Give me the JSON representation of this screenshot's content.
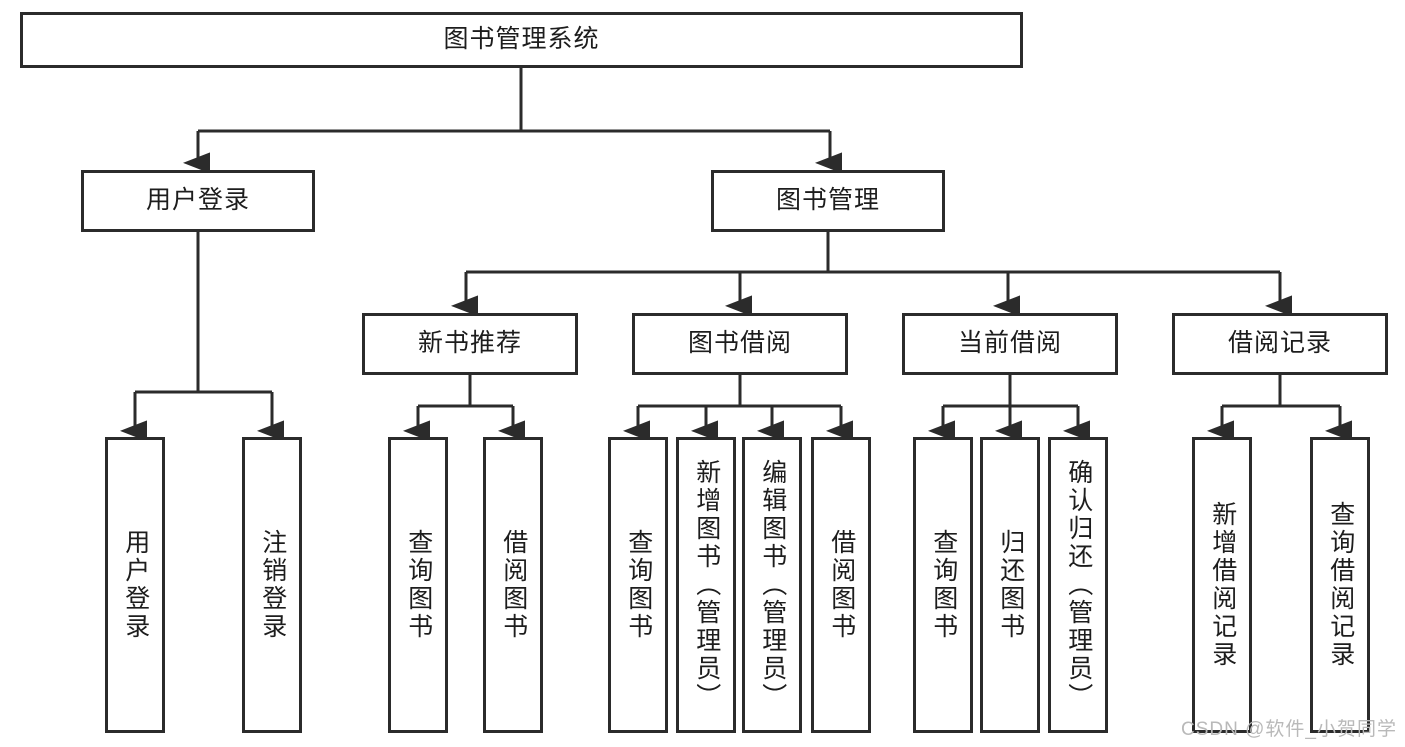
{
  "diagram": {
    "title": "图书管理系统",
    "watermark": "CSDN @软件_小贺同学",
    "accent_color": "#2b2b2b",
    "background_color": "#ffffff",
    "nodes": {
      "root": {
        "label": "图书管理系统"
      },
      "level2": [
        {
          "id": "user-login",
          "label": "用户登录"
        },
        {
          "id": "book-management",
          "label": "图书管理"
        }
      ],
      "level3": [
        {
          "id": "new-book-recommend",
          "label": "新书推荐"
        },
        {
          "id": "book-borrow",
          "label": "图书借阅"
        },
        {
          "id": "current-borrow",
          "label": "当前借阅"
        },
        {
          "id": "borrow-record",
          "label": "借阅记录"
        }
      ],
      "leaves": [
        {
          "id": "leaf-user-login",
          "label": "用户登录",
          "parent": "用户登录"
        },
        {
          "id": "leaf-logout-login",
          "label": "注销登录",
          "parent": "用户登录"
        },
        {
          "id": "leaf-query-book-1",
          "label": "查询图书",
          "parent": "新书推荐"
        },
        {
          "id": "leaf-borrow-book-1",
          "label": "借阅图书",
          "parent": "新书推荐"
        },
        {
          "id": "leaf-query-book-2",
          "label": "查询图书",
          "parent": "图书借阅"
        },
        {
          "id": "leaf-add-book",
          "label": "新增图书（管理员）",
          "parent": "图书借阅"
        },
        {
          "id": "leaf-edit-book",
          "label": "编辑图书（管理员）",
          "parent": "图书借阅"
        },
        {
          "id": "leaf-borrow-book-2",
          "label": "借阅图书",
          "parent": "图书借阅"
        },
        {
          "id": "leaf-query-book-3",
          "label": "查询图书",
          "parent": "当前借阅"
        },
        {
          "id": "leaf-return-book",
          "label": "归还图书",
          "parent": "当前借阅"
        },
        {
          "id": "leaf-confirm-return",
          "label": "确认归还（管理员）",
          "parent": "当前借阅"
        },
        {
          "id": "leaf-add-record",
          "label": "新增借阅记录",
          "parent": "借阅记录"
        },
        {
          "id": "leaf-query-record",
          "label": "查询借阅记录",
          "parent": "借阅记录"
        }
      ]
    }
  }
}
